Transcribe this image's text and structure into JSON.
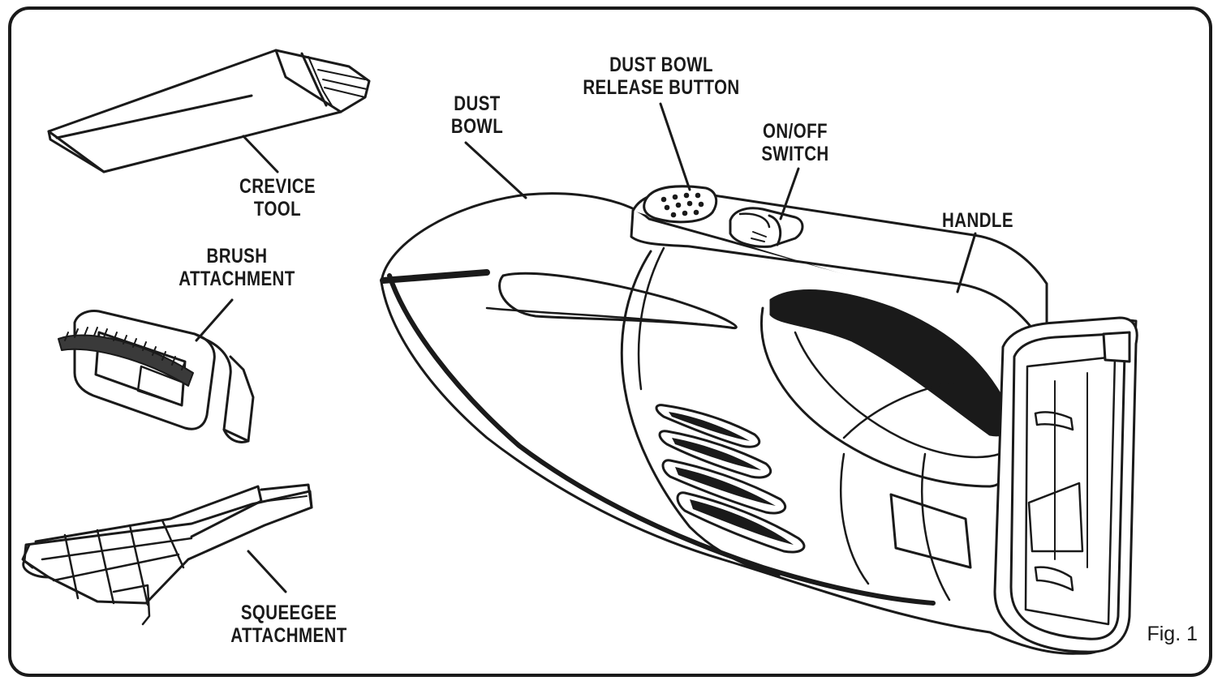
{
  "labels": {
    "dust_bowl": [
      "DUST",
      "BOWL"
    ],
    "release_button": [
      "DUST BOWL",
      "RELEASE BUTTON"
    ],
    "onoff_switch": [
      "ON/OFF",
      "SWITCH"
    ],
    "handle": [
      "HANDLE"
    ],
    "crevice_tool": [
      "CREVICE",
      "TOOL"
    ],
    "brush_attachment": [
      "BRUSH",
      "ATTACHMENT"
    ],
    "squeegee_attachment": [
      "SQUEEGEE",
      "ATTACHMENT"
    ]
  },
  "figure_label": "Fig. 1",
  "colors": {
    "ink": "#1a1a1a",
    "paper": "#ffffff"
  }
}
